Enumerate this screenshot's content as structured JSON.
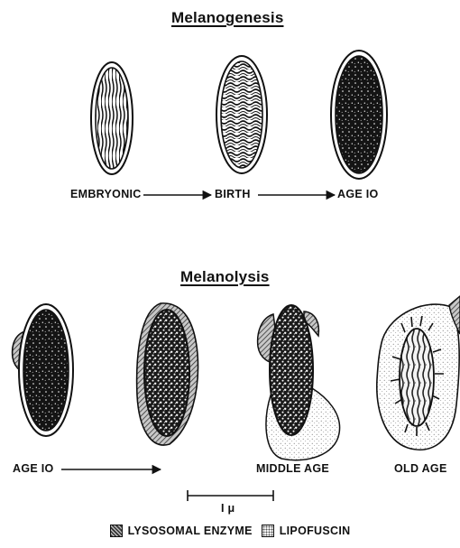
{
  "titles": {
    "top": "Melanogenesis",
    "bottom": "Melanolysis"
  },
  "melanogenesis_labels": [
    "EMBRYONIC",
    "BIRTH",
    "AGE IO"
  ],
  "melanolysis_labels": [
    "AGE IO",
    "MIDDLE AGE",
    "OLD AGE"
  ],
  "scale_bar_label": "I μ",
  "legend": [
    {
      "label": "LYSOSOMAL ENZYME",
      "icon": "hatched-square-icon"
    },
    {
      "label": "LIPOFUSCIN",
      "icon": "stippled-square-icon"
    }
  ],
  "colors": {
    "ink": "#111111",
    "background": "#ffffff"
  }
}
